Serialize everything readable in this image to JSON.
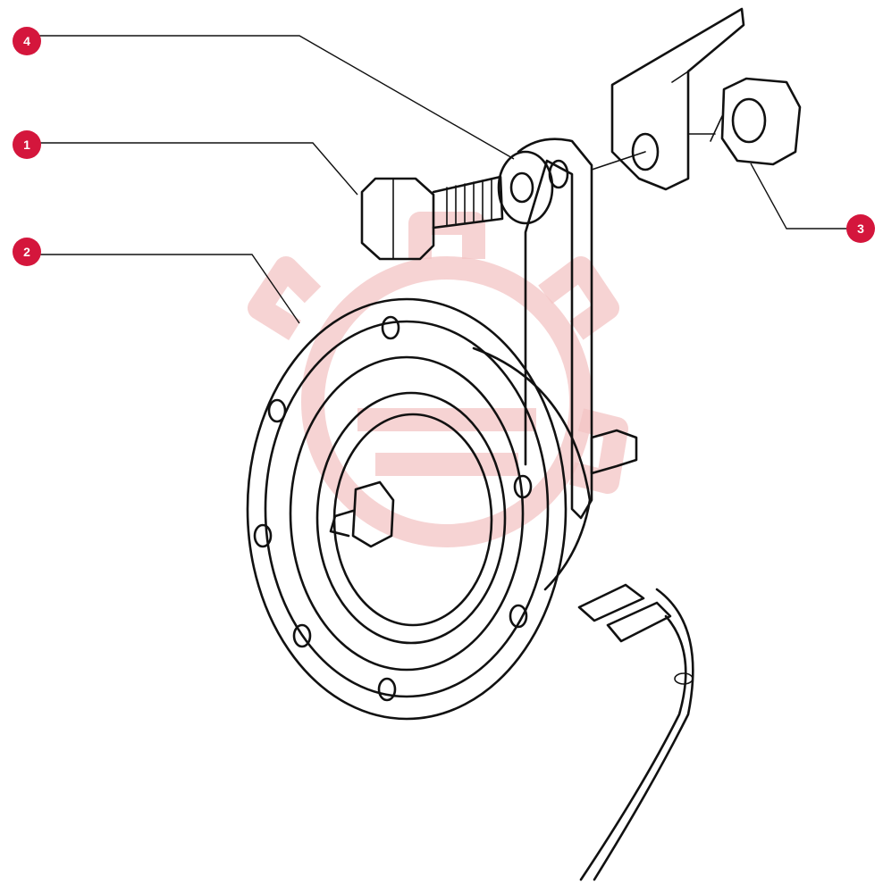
{
  "colors": {
    "callout_fill": "#d4163c",
    "callout_text": "#ffffff",
    "line_art": "#111111",
    "watermark": "#f3c4c4"
  },
  "callouts": [
    {
      "id": "callout-4",
      "number": "4"
    },
    {
      "id": "callout-1",
      "number": "1"
    },
    {
      "id": "callout-2",
      "number": "2"
    },
    {
      "id": "callout-3",
      "number": "3"
    }
  ],
  "parts": [
    {
      "name": "bolt",
      "callout": "1"
    },
    {
      "name": "horn",
      "callout": "2"
    },
    {
      "name": "nut",
      "callout": "3"
    },
    {
      "name": "washer",
      "callout": "4"
    }
  ]
}
